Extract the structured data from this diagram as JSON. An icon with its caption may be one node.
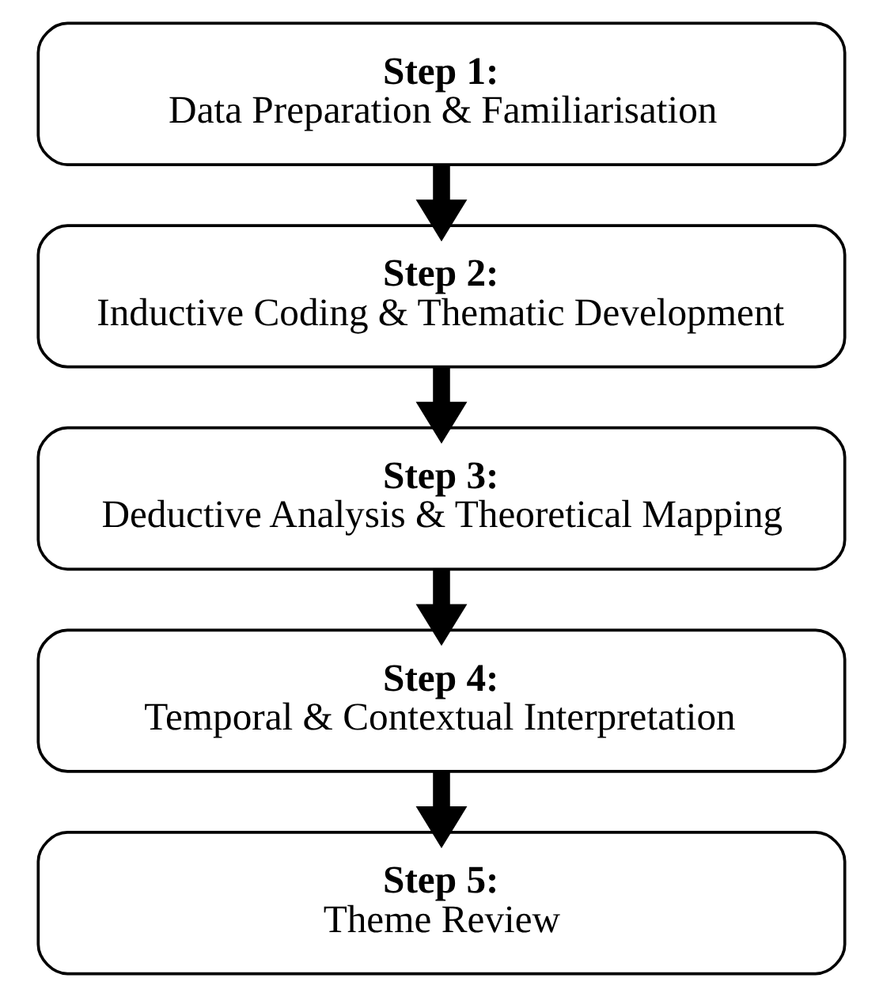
{
  "diagram": {
    "nodes": [
      {
        "text": [
          "Step 1:",
          "Data Preparation & Familiarisation"
        ]
      },
      {
        "text": [
          "Step 2:",
          "Inductive Coding & Thematic Development"
        ]
      },
      {
        "text": [
          "Step 3:",
          "Deductive Analysis & Theoretical Mapping"
        ]
      },
      {
        "text": [
          "Step 4:",
          "Temporal & Contextual Interpretation"
        ]
      },
      {
        "text": [
          "Step 5:",
          "Theme Review"
        ]
      }
    ],
    "edges": [
      {
        "from": 0,
        "to": 1,
        "arrow": "to"
      },
      {
        "from": 1,
        "to": 2,
        "arrow": "to"
      },
      {
        "from": 2,
        "to": 3,
        "arrow": "to"
      },
      {
        "from": 3,
        "to": 4,
        "arrow": "to"
      }
    ]
  }
}
